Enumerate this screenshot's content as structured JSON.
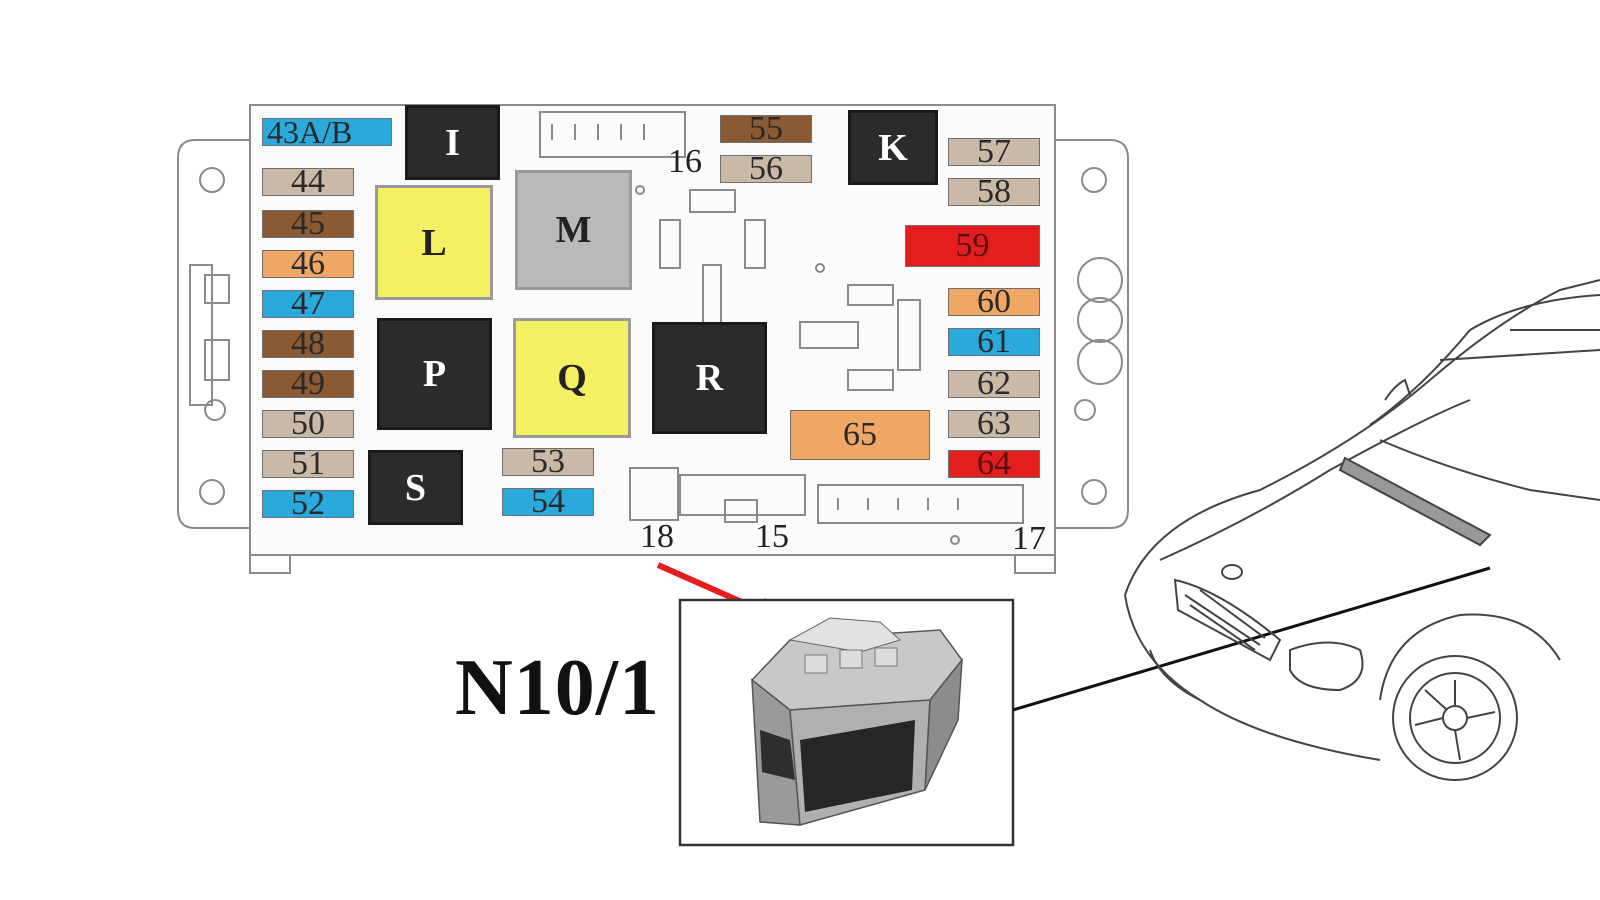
{
  "diagram": {
    "module_label": "N10/1",
    "fuses": [
      {
        "label": "43A/B",
        "color": "#29a9dc"
      },
      {
        "label": "44",
        "color": "#c9b9a6"
      },
      {
        "label": "45",
        "color": "#8b5a32"
      },
      {
        "label": "46",
        "color": "#f0a766"
      },
      {
        "label": "47",
        "color": "#29a9dc"
      },
      {
        "label": "48",
        "color": "#8b5a32"
      },
      {
        "label": "49",
        "color": "#8b5a32"
      },
      {
        "label": "50",
        "color": "#c9b9a6"
      },
      {
        "label": "51",
        "color": "#c9b9a6"
      },
      {
        "label": "52",
        "color": "#29a9dc"
      },
      {
        "label": "53",
        "color": "#c9b9a6"
      },
      {
        "label": "54",
        "color": "#29a9dc"
      },
      {
        "label": "55",
        "color": "#8b5a32"
      },
      {
        "label": "56",
        "color": "#c9b9a6"
      },
      {
        "label": "57",
        "color": "#c9b9a6"
      },
      {
        "label": "58",
        "color": "#c9b9a6"
      },
      {
        "label": "59",
        "color": "#e41e1e"
      },
      {
        "label": "60",
        "color": "#f0a766"
      },
      {
        "label": "61",
        "color": "#29a9dc"
      },
      {
        "label": "62",
        "color": "#c9b9a6"
      },
      {
        "label": "63",
        "color": "#c9b9a6"
      },
      {
        "label": "64",
        "color": "#e41e1e"
      },
      {
        "label": "65",
        "color": "#f0a766"
      }
    ],
    "relays": [
      {
        "label": "I",
        "color": "#2b2b2b"
      },
      {
        "label": "K",
        "color": "#2b2b2b"
      },
      {
        "label": "L",
        "color": "#f4ef63"
      },
      {
        "label": "M",
        "color": "#b9b9b9"
      },
      {
        "label": "P",
        "color": "#2b2b2b"
      },
      {
        "label": "Q",
        "color": "#f4ef63"
      },
      {
        "label": "R",
        "color": "#2b2b2b"
      },
      {
        "label": "S",
        "color": "#2b2b2b"
      }
    ],
    "connectors": [
      {
        "label": "15"
      },
      {
        "label": "16"
      },
      {
        "label": "17"
      },
      {
        "label": "18"
      }
    ],
    "arrow_color": "#e41e1e"
  }
}
